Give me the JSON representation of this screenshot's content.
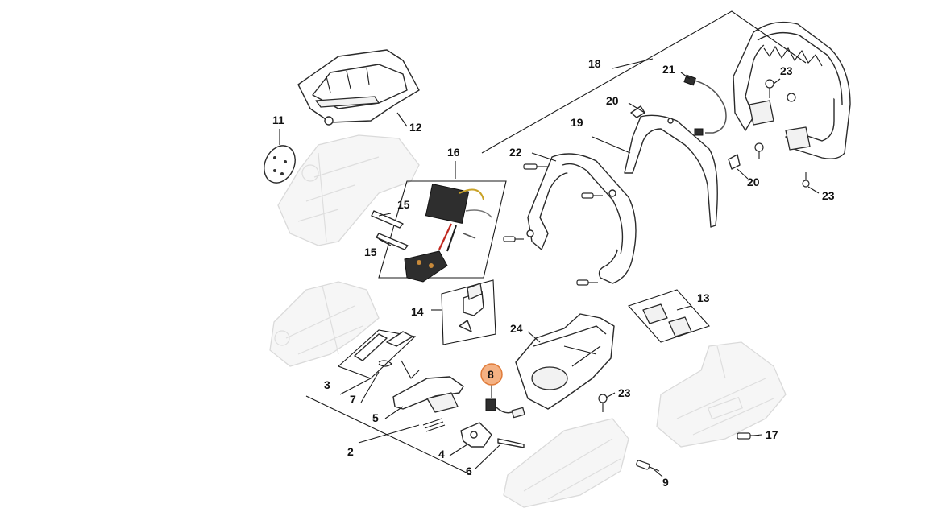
{
  "diagram": {
    "labels": {
      "p2": "2",
      "p3": "3",
      "p4": "4",
      "p5": "5",
      "p6": "6",
      "p7": "7",
      "p8": "8",
      "p9": "9",
      "p11": "11",
      "p12": "12",
      "p13": "13",
      "p14": "14",
      "p15a": "15",
      "p15b": "15",
      "p16": "16",
      "p17": "17",
      "p18": "18",
      "p19": "19",
      "p20a": "20",
      "p20b": "20",
      "p21": "21",
      "p22": "22",
      "p23a": "23",
      "p23b": "23",
      "p23c": "23",
      "p24": "24"
    },
    "highlight": {
      "label": "8",
      "fill": "#f4b183",
      "stroke": "#e07b39"
    }
  }
}
